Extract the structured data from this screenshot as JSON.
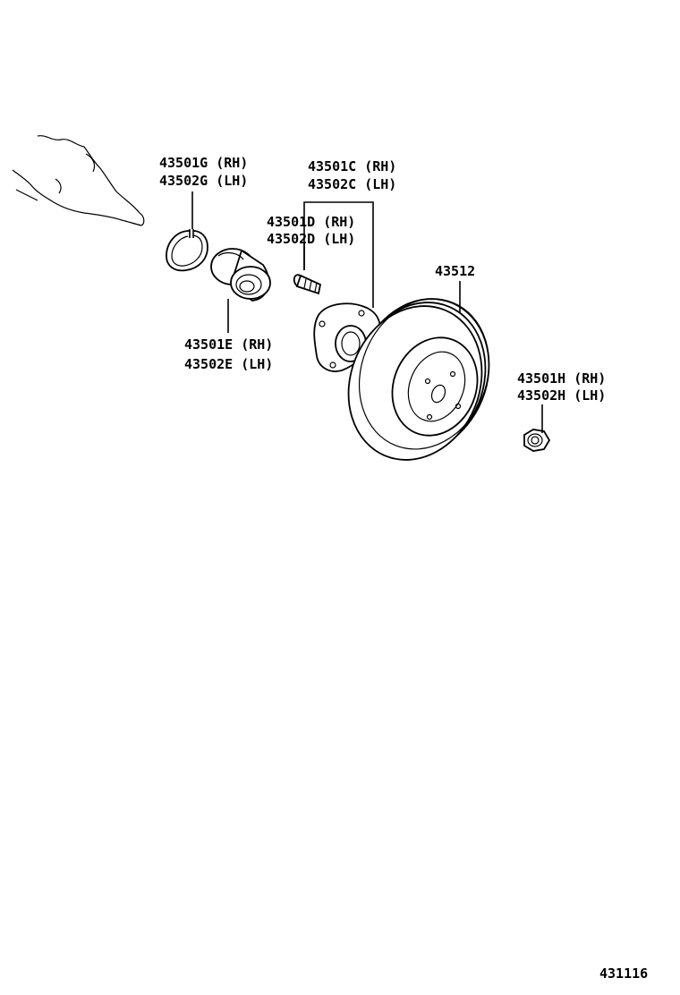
{
  "labels": {
    "snap_ring": [
      "43501G (RH)",
      "43502G (LH)"
    ],
    "hub": [
      "43501C (RH)",
      "43502C (LH)"
    ],
    "hub_bolt": [
      "43501D (RH)",
      "43502D (LH)"
    ],
    "bearing": [
      "43501E (RH)",
      "43502E (LH)"
    ],
    "rotor": "43512",
    "nut": [
      "43501H (RH)",
      "43502H (LH)"
    ]
  },
  "figure_number": "431116",
  "colors": {
    "ink": "#000000",
    "background": "#ffffff"
  }
}
